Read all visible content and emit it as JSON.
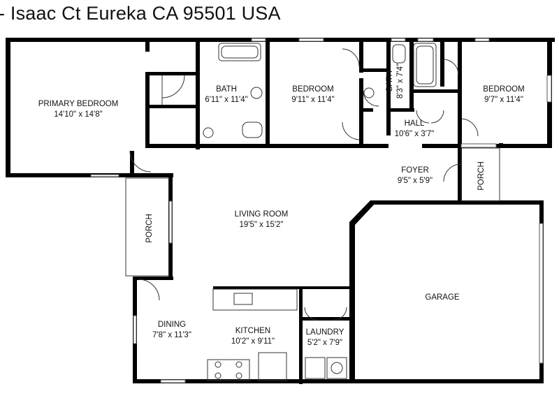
{
  "header": {
    "address": "- Isaac Ct Eureka CA 95501 USA"
  },
  "rooms": {
    "primary_bedroom": {
      "name": "PRIMARY BEDROOM",
      "dims": "14'10\" x 14'8\""
    },
    "bath_1": {
      "name": "BATH",
      "dims": "6'11\" x 11'4\""
    },
    "bedroom_1": {
      "name": "BEDROOM",
      "dims": "9'11\" x 11'4\""
    },
    "bath_2": {
      "name": "BATH",
      "dims": "8'3\" x 7'4\""
    },
    "bedroom_2": {
      "name": "BEDROOM",
      "dims": "9'7\" x 11'4\""
    },
    "hall": {
      "name": "HALL",
      "dims": "10'6\" x 3'7\""
    },
    "foyer": {
      "name": "FOYER",
      "dims": "9'5\" x 5'9\""
    },
    "porch_east": {
      "name": "PORCH"
    },
    "porch_west": {
      "name": "PORCH"
    },
    "living_room": {
      "name": "LIVING ROOM",
      "dims": "19'5\" x 15'2\""
    },
    "garage": {
      "name": "GARAGE"
    },
    "dining": {
      "name": "DINING",
      "dims": "7'8\" x 11'3\""
    },
    "kitchen": {
      "name": "KITCHEN",
      "dims": "10'2\" x 9'11\""
    },
    "laundry": {
      "name": "LAUNDRY",
      "dims": "5'2\" x 7'9\""
    }
  }
}
